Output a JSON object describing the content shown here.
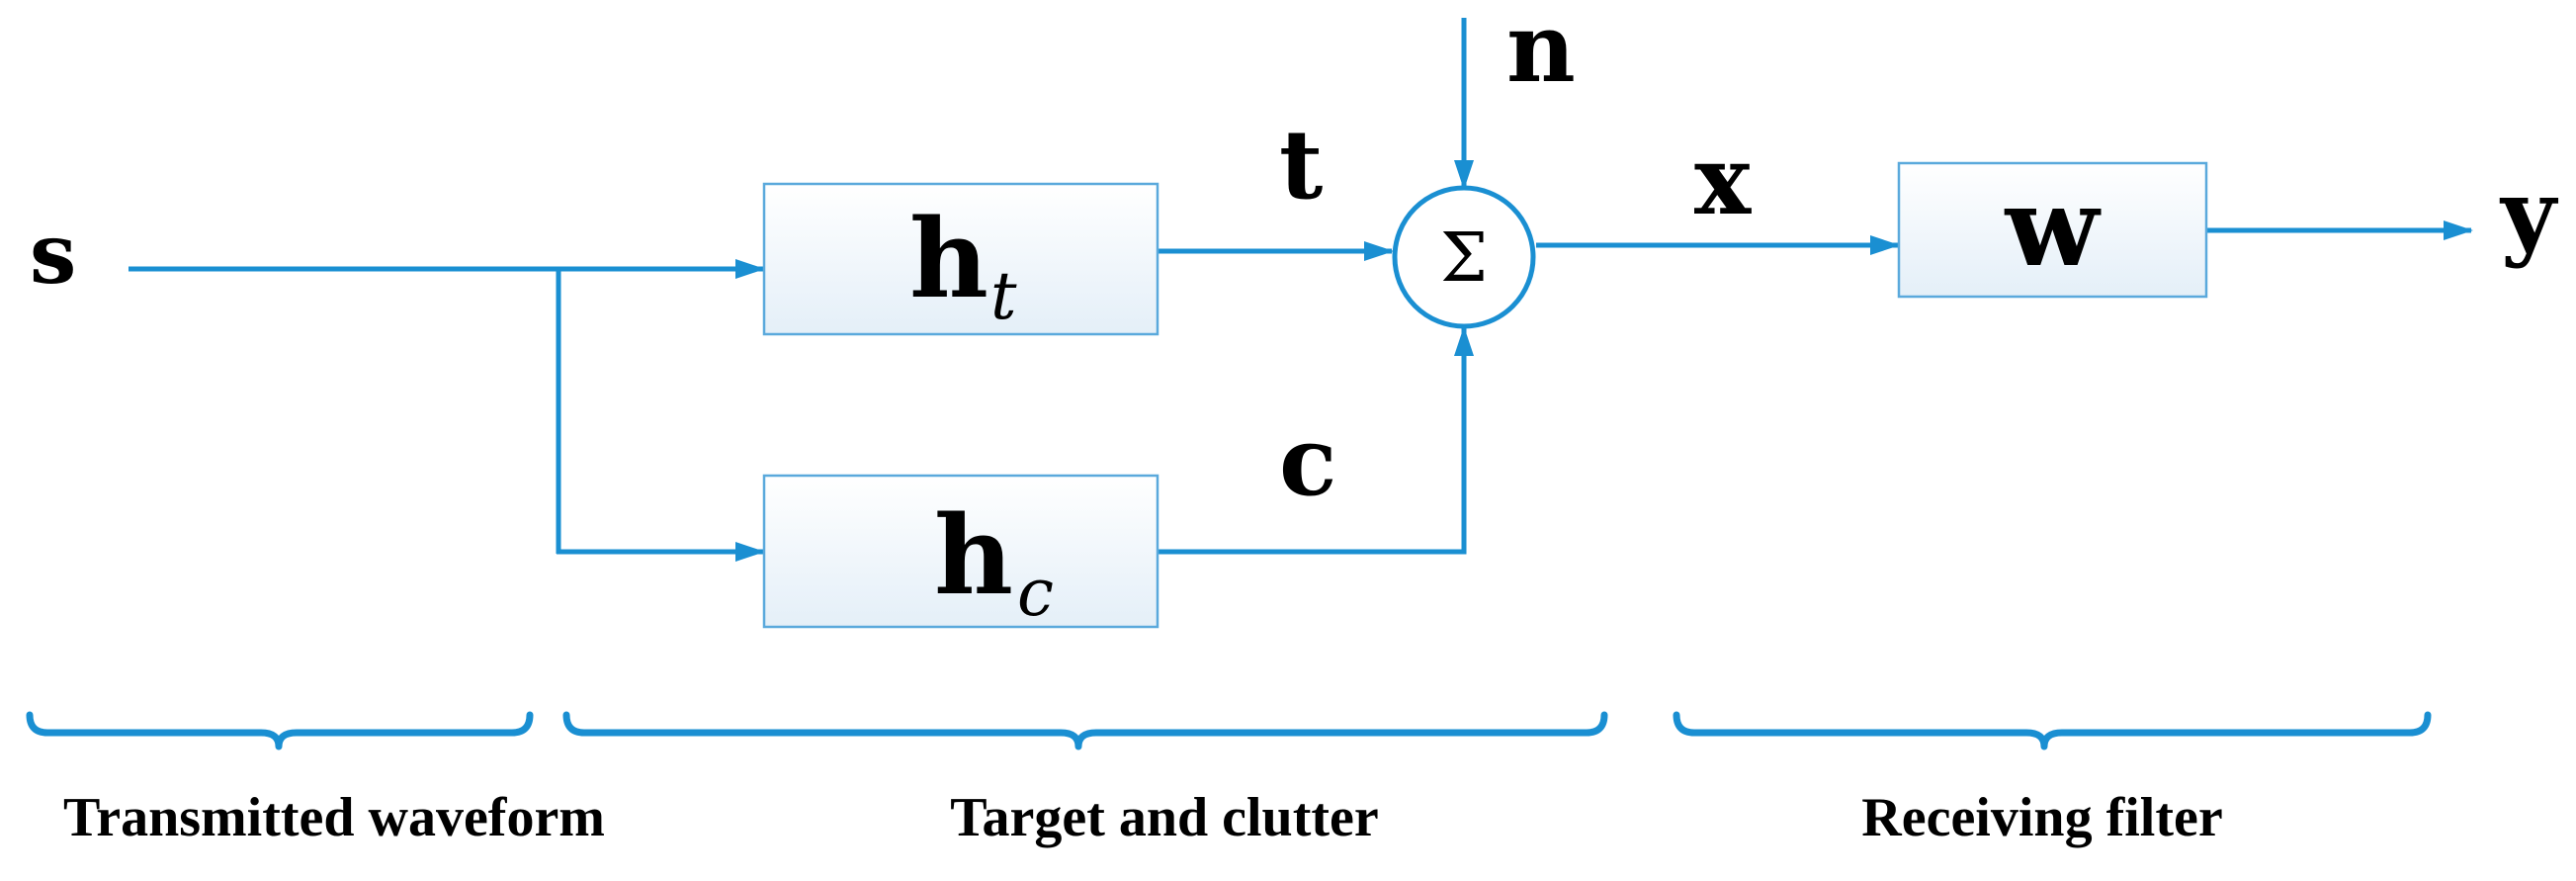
{
  "diagram": {
    "signals": {
      "s": "s",
      "t": "t",
      "c": "c",
      "n": "n",
      "x": "x",
      "y": "y"
    },
    "blocks": {
      "target_filter": {
        "base": "h",
        "subscript": "t"
      },
      "clutter_filter": {
        "base": "h",
        "subscript": "c"
      },
      "receive_filter": {
        "label": "w"
      }
    },
    "summing_junction": {
      "symbol": "Σ"
    },
    "stages": [
      {
        "label": "Transmitted waveform"
      },
      {
        "label": "Target and clutter"
      },
      {
        "label": "Receiving filter"
      }
    ],
    "colors": {
      "wire": "#1a8fd2",
      "block_border": "#5aa9dc",
      "block_fill_top": "#ffffff",
      "block_fill_bottom": "#e4eff8",
      "text": "#000000"
    }
  }
}
